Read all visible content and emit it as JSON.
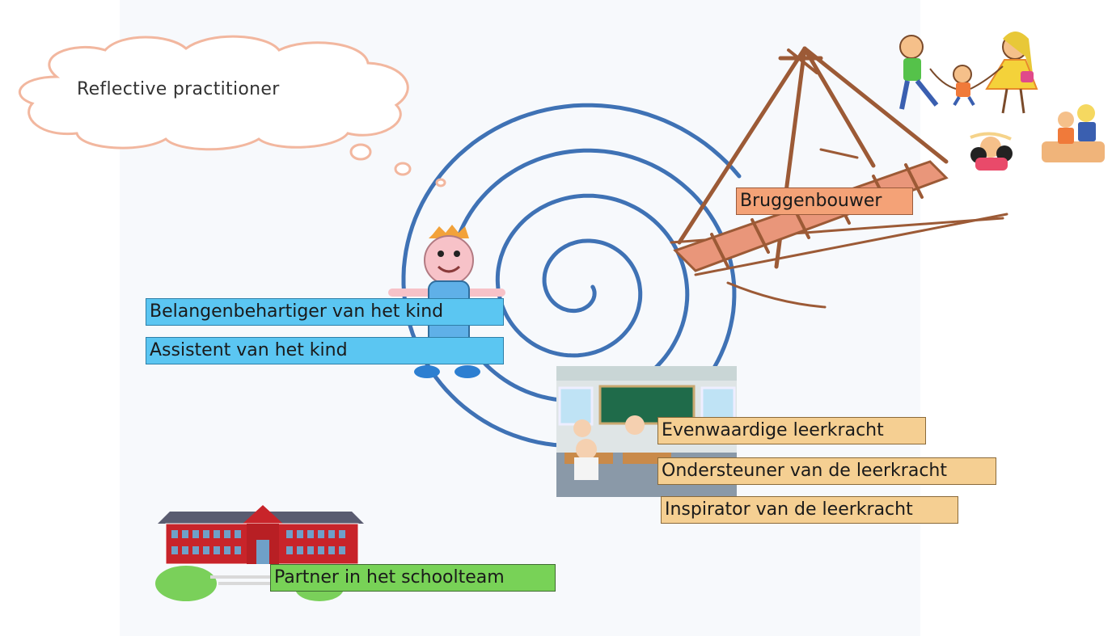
{
  "cloud": {
    "text": "Reflective practitioner"
  },
  "labels": {
    "belangenbehartiger": "Belangenbehartiger  van het kind",
    "assistent": "Assistent van het kind",
    "bruggenbouwer": "Bruggenbouwer",
    "evenwaardige": "Evenwaardige leerkracht",
    "ondersteuner": "Ondersteuner van de leerkracht",
    "inspirator": "Inspirator van de leerkracht",
    "partner": "Partner in het schoolteam"
  },
  "colors": {
    "spiral": "#3f72b5",
    "blue_label": "#5bc6f2",
    "tan_label": "#f5cf92",
    "salmon_label": "#f4a277",
    "green_label": "#78d257",
    "bridge": "#9c5a36"
  },
  "icons": [
    "thought-cloud-icon",
    "child-icon",
    "rope-bridge-icon",
    "family-icon",
    "children-playing-icon",
    "parent-child-reading-icon",
    "classroom-icon",
    "school-building-icon"
  ]
}
